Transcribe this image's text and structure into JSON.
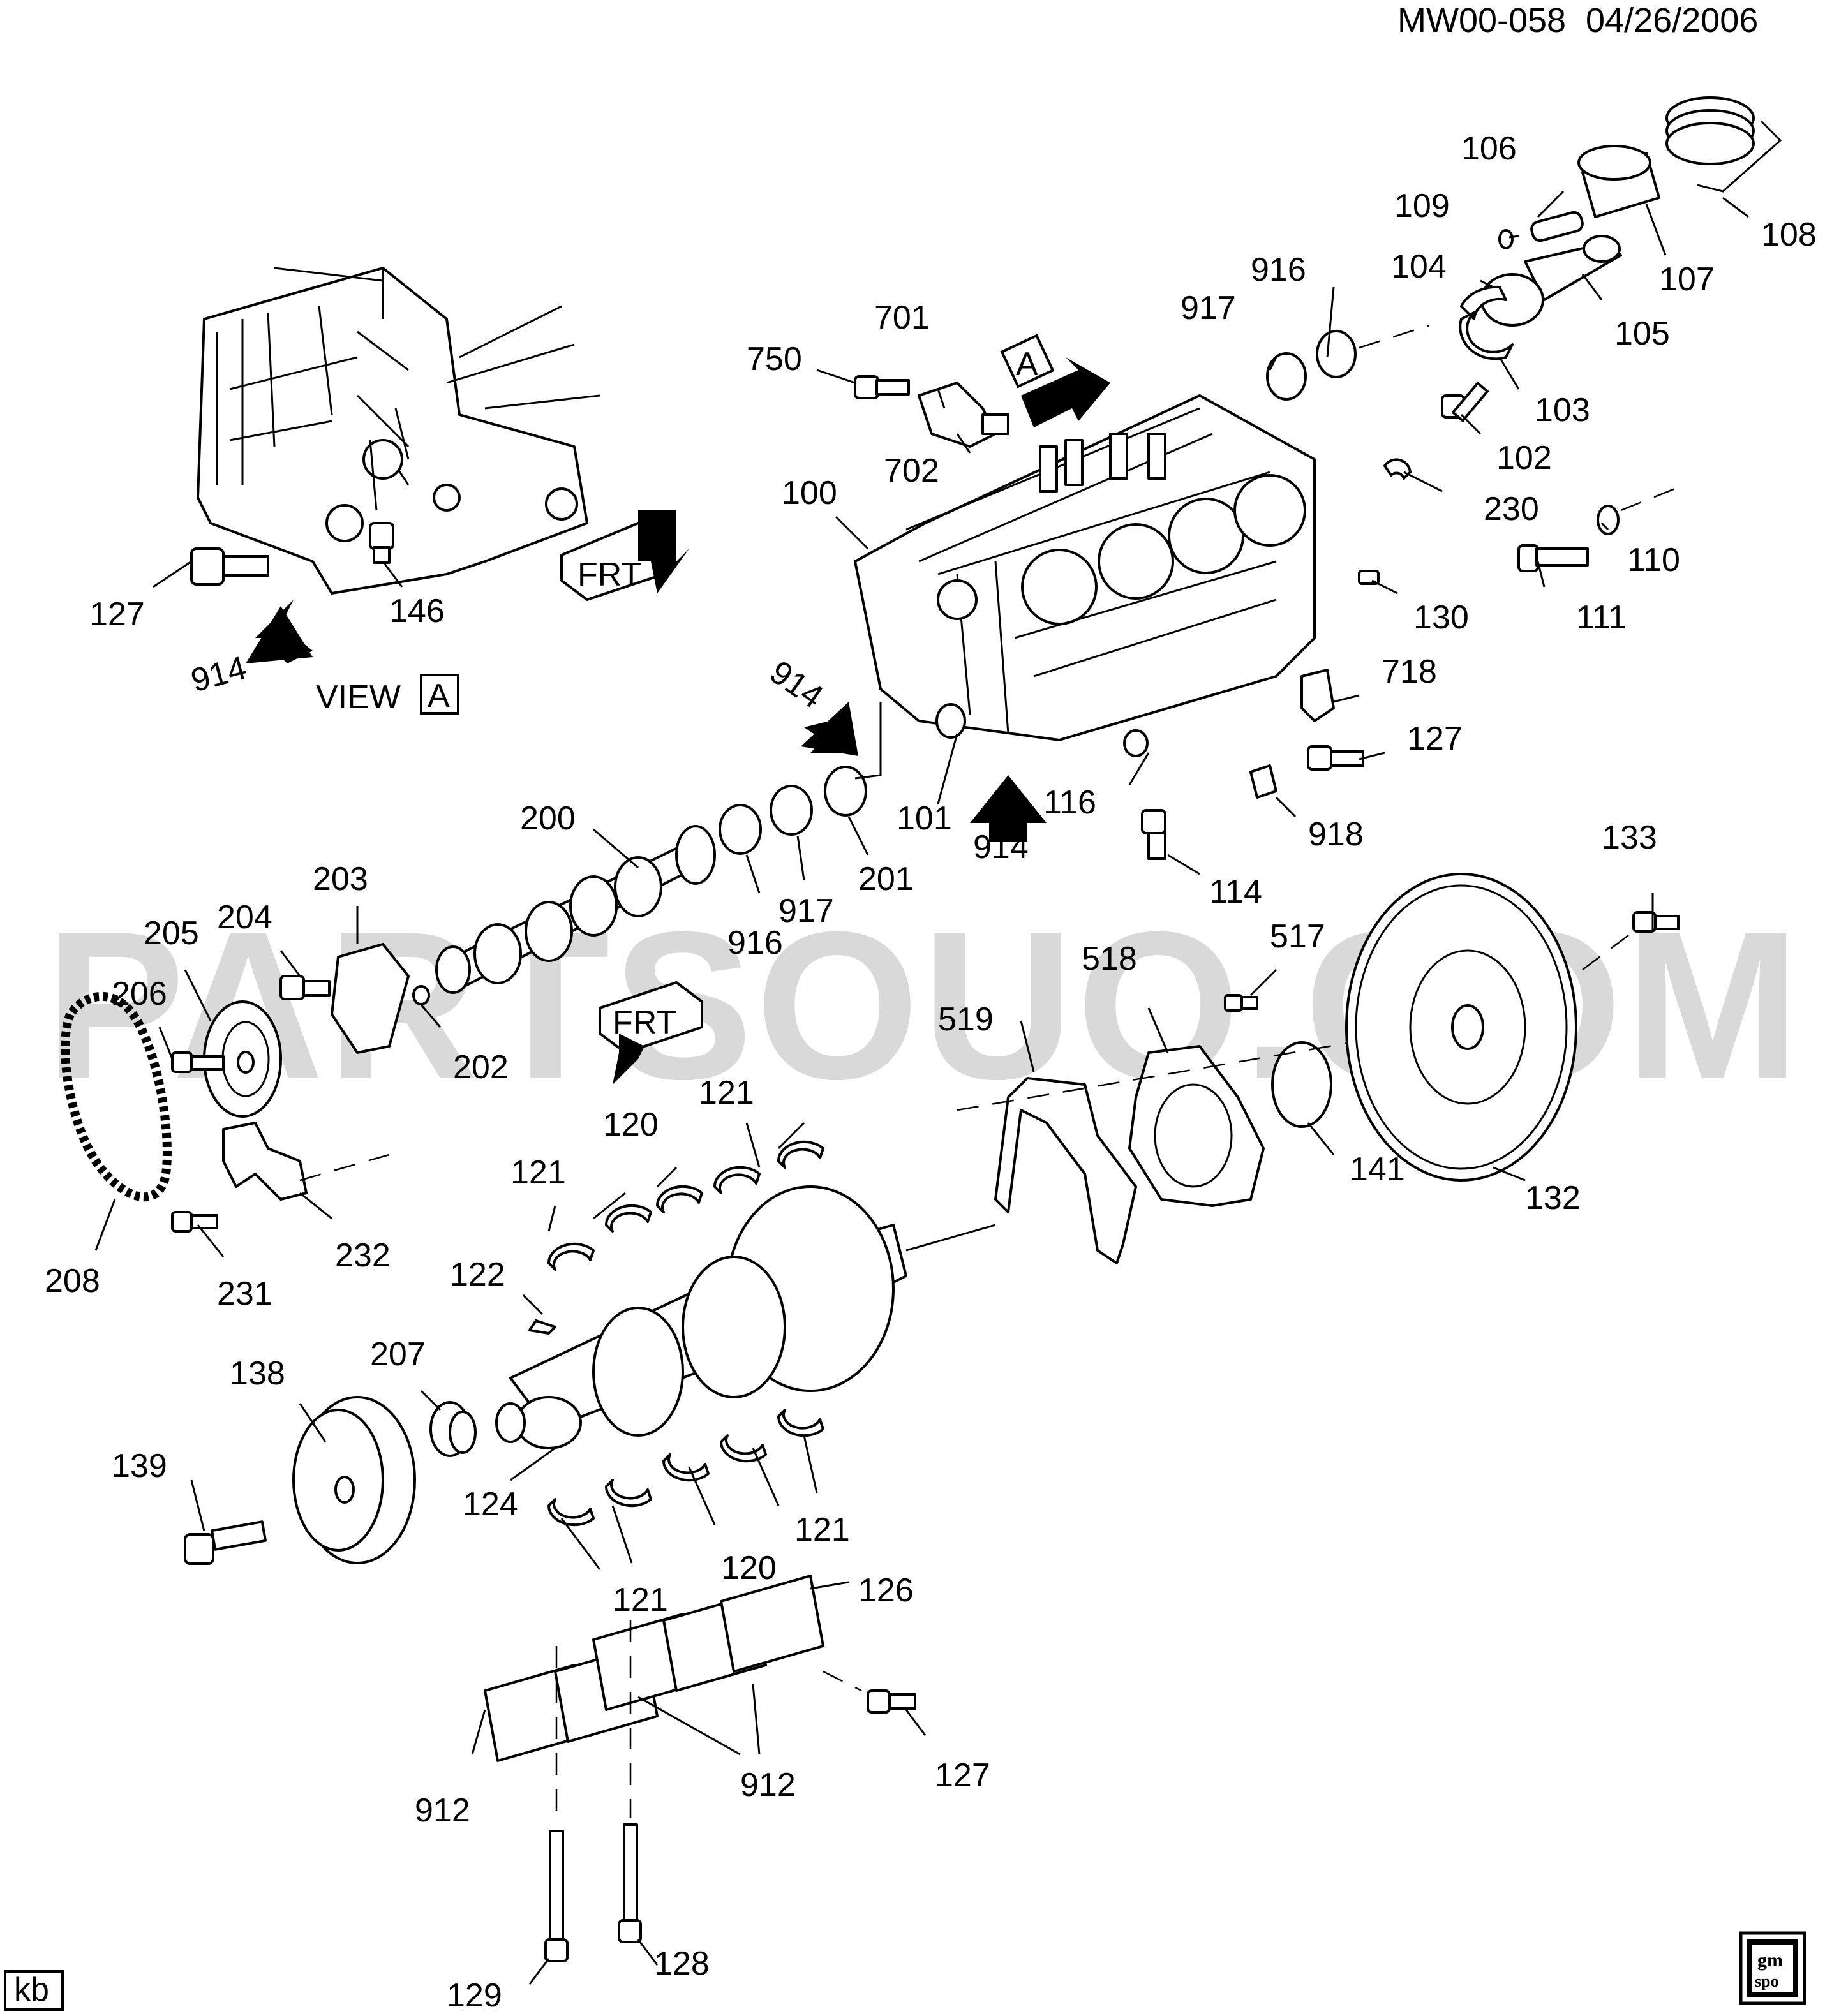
{
  "header": {
    "diagram_id": "MW00-058",
    "date": "04/26/2006"
  },
  "watermark": "PARTSOUQ.COM",
  "view": {
    "label": "VIEW",
    "box_letter": "A"
  },
  "direction_tags": {
    "front_marker": "FRT",
    "view_marker": "A"
  },
  "corner": {
    "artist_initials": "kb",
    "logo_line1": "gm",
    "logo_line2": "spo"
  },
  "callouts": {
    "c106": "106",
    "c109": "109",
    "c108": "108",
    "c107": "107",
    "c104": "104",
    "c105": "105",
    "c916a": "916",
    "c917a": "917",
    "c103": "103",
    "c102": "102",
    "c230": "230",
    "c110": "110",
    "c111": "111",
    "c130": "130",
    "c718": "718",
    "c127a": "127",
    "c918": "918",
    "c114": "114",
    "c116": "116",
    "c914a": "914",
    "c101": "101",
    "c914b": "914",
    "c100": "100",
    "c702": "702",
    "c701": "701",
    "c750": "750",
    "c127b": "127",
    "c146": "146",
    "c914c": "914",
    "c200": "200",
    "c916b": "916",
    "c917b": "917",
    "c201": "201",
    "c203": "203",
    "c204": "204",
    "c205": "205",
    "c206": "206",
    "c202": "202",
    "c208": "208",
    "c231": "231",
    "c232": "232",
    "c121a": "121",
    "c120a": "120",
    "c121b": "121",
    "c121c": "121",
    "c122": "122",
    "c124": "124",
    "c207": "207",
    "c138": "138",
    "c139": "139",
    "c121d": "121",
    "c120b": "120",
    "c121e": "121",
    "c126": "126",
    "c127c": "127",
    "c912a": "912",
    "c912b": "912",
    "c129": "129",
    "c128": "128",
    "c519": "519",
    "c518": "518",
    "c517": "517",
    "c141": "141",
    "c133": "133",
    "c132": "132"
  }
}
